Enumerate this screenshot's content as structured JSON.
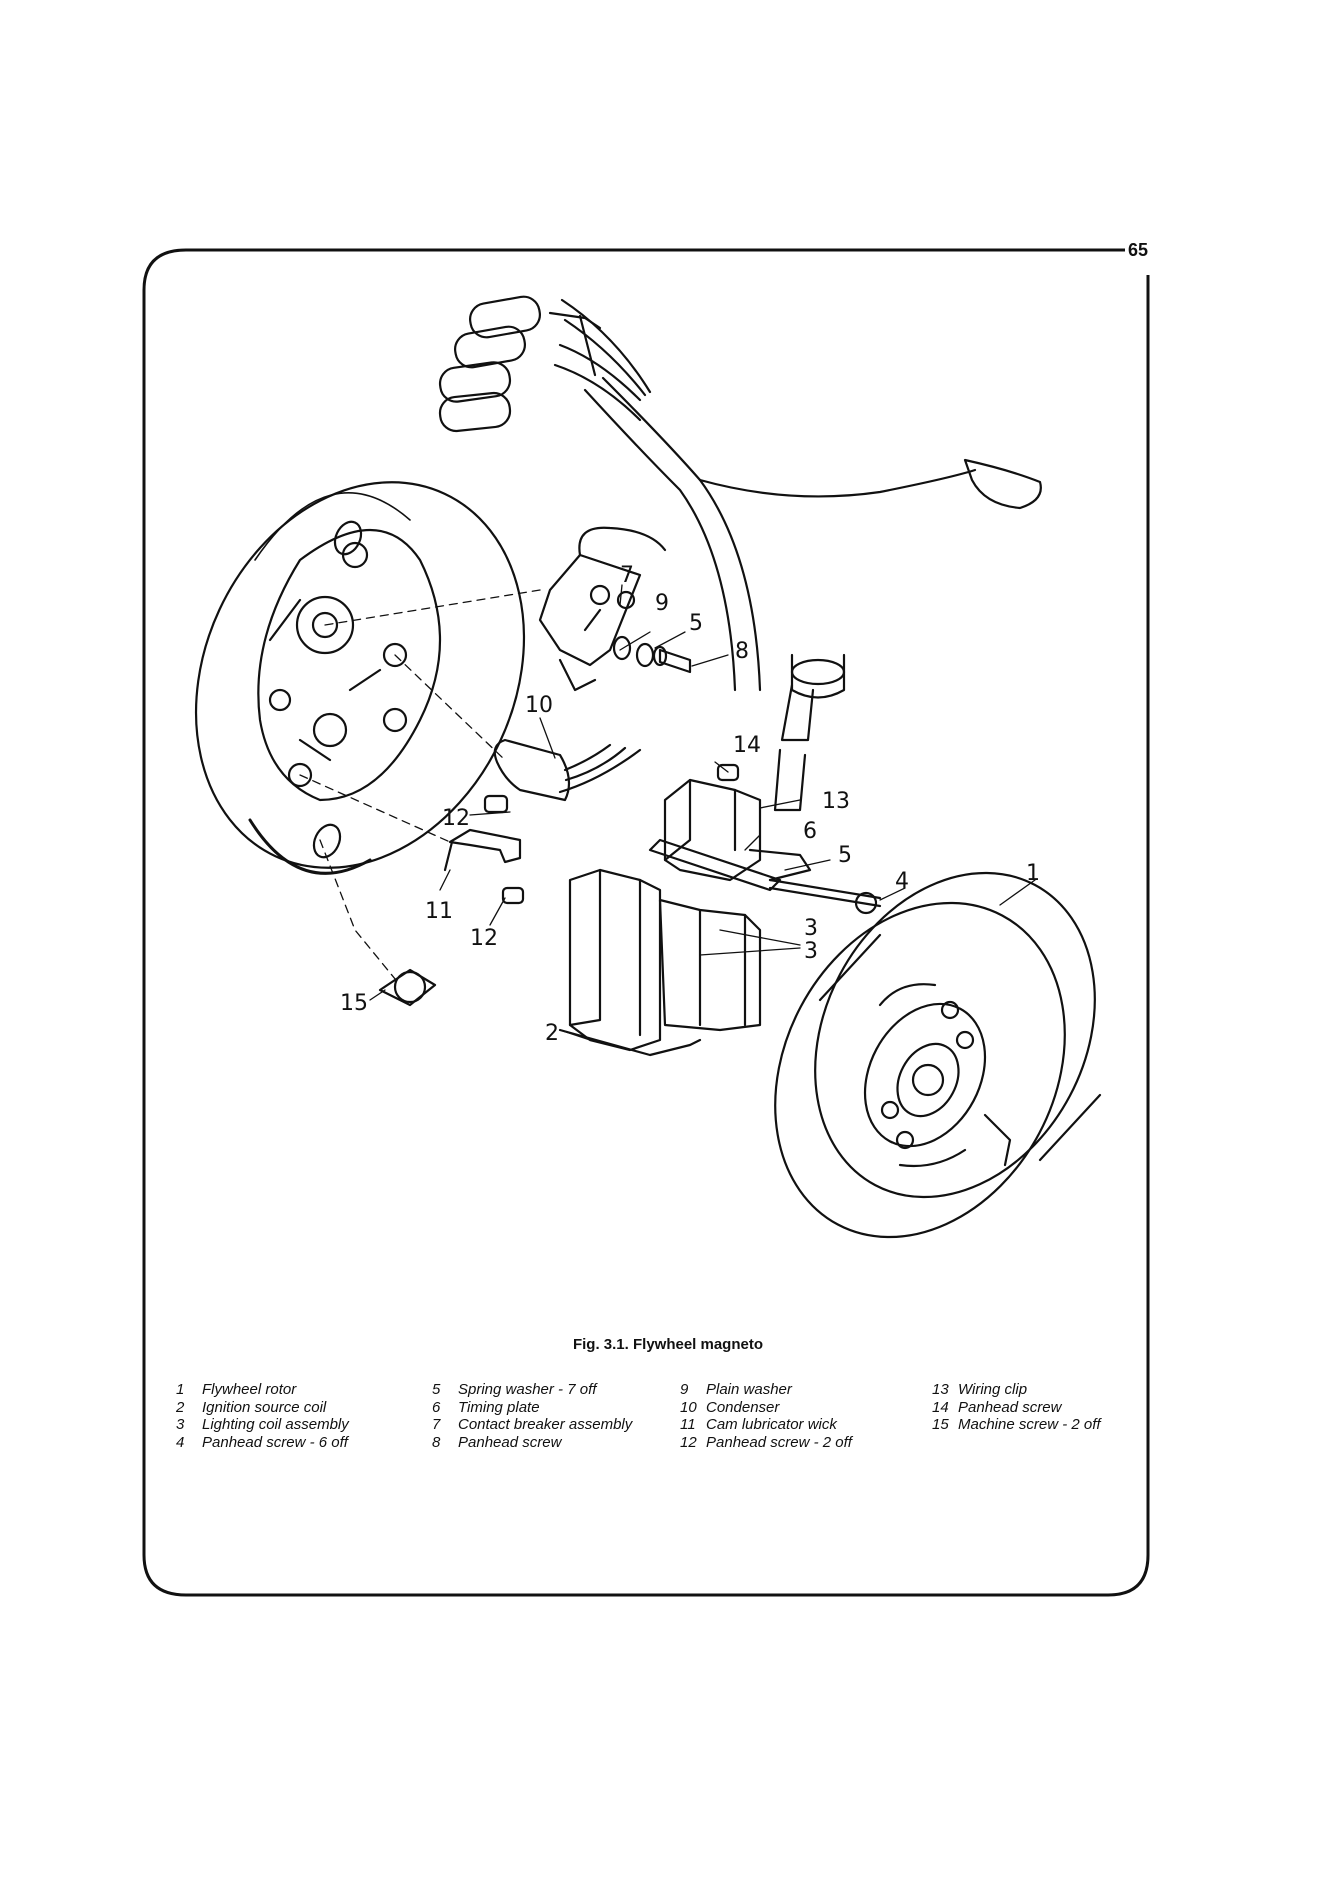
{
  "page_number": "65",
  "figure": {
    "caption": "Fig. 3.1. Flywheel magneto",
    "callouts": [
      "1",
      "2",
      "3",
      "3",
      "4",
      "5",
      "5",
      "6",
      "7",
      "8",
      "9",
      "10",
      "11",
      "12",
      "12",
      "13",
      "14",
      "15"
    ]
  },
  "legend": {
    "col1": [
      {
        "num": "1",
        "text": "Flywheel rotor"
      },
      {
        "num": "2",
        "text": "Ignition source coil"
      },
      {
        "num": "3",
        "text": "Lighting coil assembly"
      },
      {
        "num": "4",
        "text": "Panhead screw - 6 off"
      }
    ],
    "col2": [
      {
        "num": "5",
        "text": "Spring washer - 7 off"
      },
      {
        "num": "6",
        "text": "Timing plate"
      },
      {
        "num": "7",
        "text": "Contact breaker assembly"
      },
      {
        "num": "8",
        "text": "Panhead screw"
      }
    ],
    "col3": [
      {
        "num": "9",
        "text": "Plain washer"
      },
      {
        "num": "10",
        "text": "Condenser"
      },
      {
        "num": "11",
        "text": "Cam lubricator wick"
      },
      {
        "num": "12",
        "text": "Panhead screw - 2 off"
      }
    ],
    "col4": [
      {
        "num": "13",
        "text": "Wiring clip"
      },
      {
        "num": "14",
        "text": "Panhead screw"
      },
      {
        "num": "15",
        "text": "Machine screw - 2 off"
      }
    ]
  }
}
